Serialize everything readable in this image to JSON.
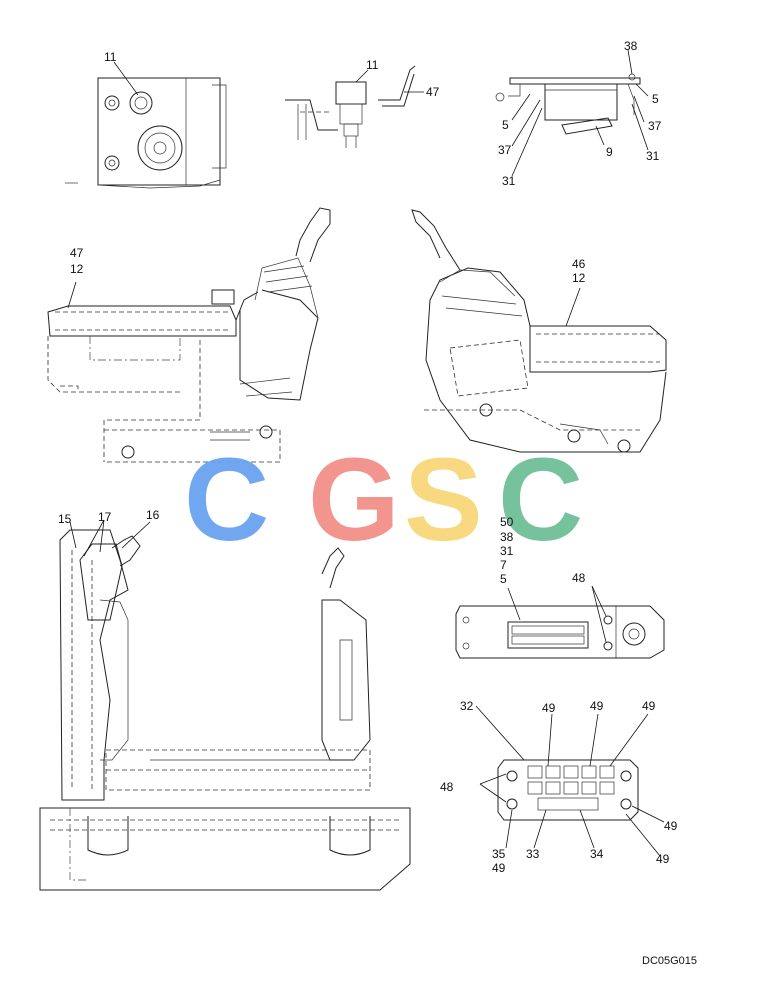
{
  "diagram": {
    "reference_code": "DC05G015",
    "watermark": {
      "letters": [
        "C",
        "G",
        "S",
        "C"
      ],
      "colors": [
        "#6aa2f0",
        "#f2908a",
        "#f8d77a",
        "#6fbf98"
      ]
    },
    "callouts": {
      "c_11a": "11",
      "c_11b": "11",
      "c_47a": "47",
      "c_38a": "38",
      "c_5a": "5",
      "c_5b": "5",
      "c_37a": "37",
      "c_37b": "37",
      "c_9": "9",
      "c_31a": "31",
      "c_31b": "31",
      "c_47b": "47",
      "c_12a": "12",
      "c_46": "46",
      "c_12b": "12",
      "c_15": "15",
      "c_17": "17",
      "c_16": "16",
      "c_50": "50",
      "c_38b": "38",
      "c_31c": "31",
      "c_7": "7",
      "c_5c": "5",
      "c_48a": "48",
      "c_32": "32",
      "c_49a": "49",
      "c_49b": "49",
      "c_49c": "49",
      "c_48b": "48",
      "c_49d": "49",
      "c_35": "35",
      "c_49e": "49",
      "c_33": "33",
      "c_34": "34",
      "c_49f": "49"
    }
  }
}
